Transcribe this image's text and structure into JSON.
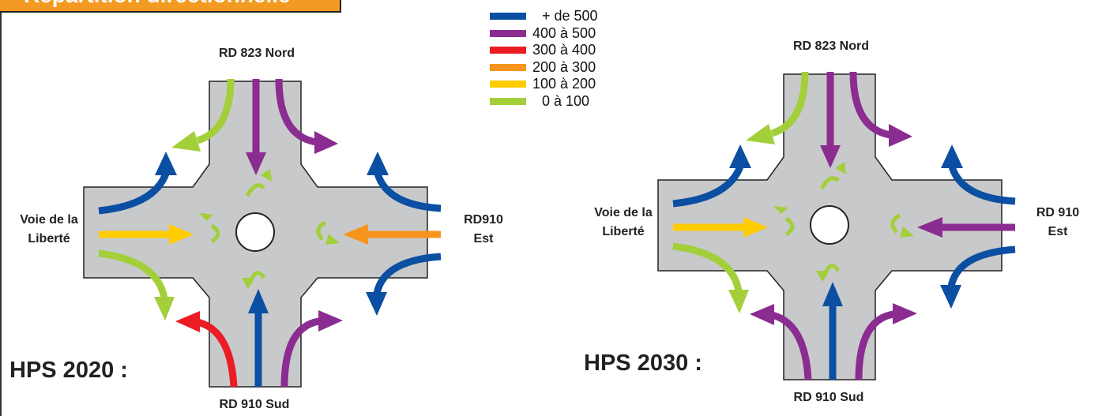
{
  "title": "Répartition directionnelle",
  "legend": [
    {
      "label": "+ de 500",
      "color": "#0b4fa3"
    },
    {
      "label": "400 à 500",
      "color": "#8b2c91"
    },
    {
      "label": "300 à 400",
      "color": "#ec1c24"
    },
    {
      "label": "200 à 300",
      "color": "#f7941d"
    },
    {
      "label": "100 à 200",
      "color": "#ffcc00"
    },
    {
      "label": "0 à 100",
      "color": "#a3cf3a"
    }
  ],
  "left": {
    "scenario": "HPS 2020 :",
    "north": "RD 823 Nord",
    "west_line1": "Voie de la",
    "west_line2": "Liberté",
    "east_line1": "RD910",
    "east_line2": "Est",
    "south": "RD 910 Sud"
  },
  "right": {
    "scenario": "HPS 2030 :",
    "north": "RD 823 Nord",
    "west_line1": "Voie de la",
    "west_line2": "Liberté",
    "east_line1": "RD 910",
    "east_line2": "Est",
    "south": "RD 910 Sud"
  },
  "flows_2020": {
    "north_right_turn": "0 à 100",
    "north_through": "400 à 500",
    "north_left_turn": "400 à 500",
    "east_right_turn": "+ de 500",
    "east_through": "200 à 300",
    "east_left_turn": "+ de 500",
    "south_right_turn": "300 à 400",
    "south_through": "+ de 500",
    "south_left_turn": "400 à 500",
    "west_right_turn": "+ de 500",
    "west_through": "100 à 200",
    "west_left_turn": "0 à 100",
    "u_turns": "0 à 100"
  },
  "flows_2030": {
    "north_right_turn": "0 à 100",
    "north_through": "400 à 500",
    "north_left_turn": "400 à 500",
    "east_right_turn": "+ de 500",
    "east_through": "400 à 500",
    "east_left_turn": "+ de 500",
    "south_right_turn": "400 à 500",
    "south_through": "+ de 500",
    "south_left_turn": "400 à 500",
    "west_right_turn": "+ de 500",
    "west_through": "100 à 200",
    "west_left_turn": "0 à 100",
    "u_turns": "0 à 100"
  }
}
